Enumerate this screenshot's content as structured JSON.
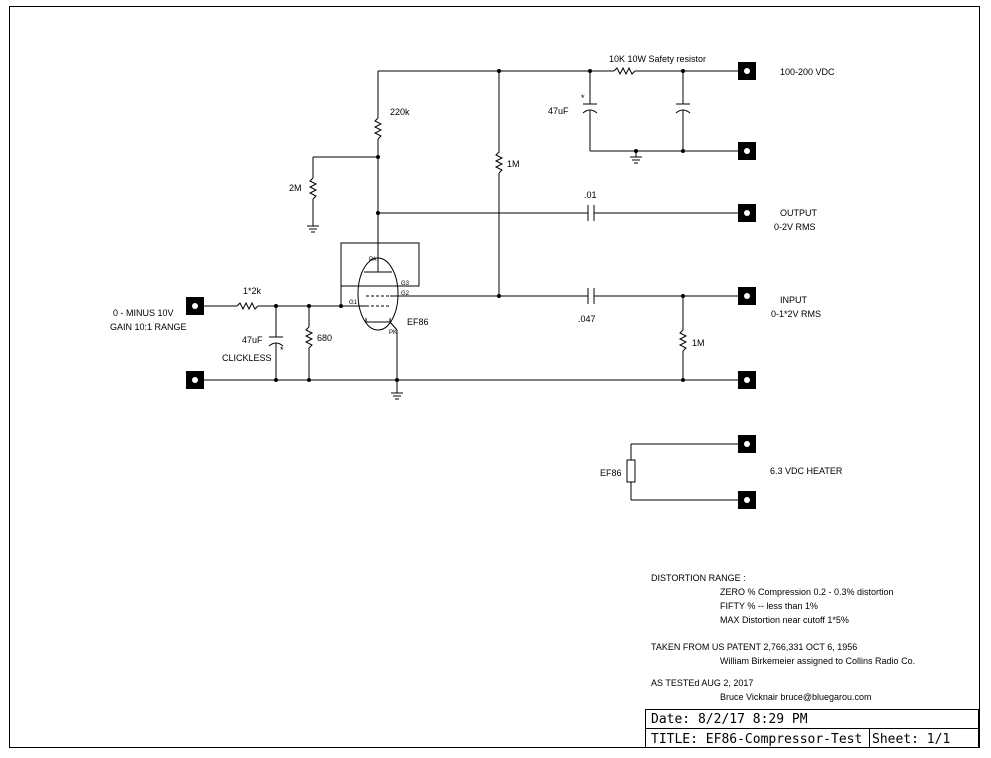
{
  "schematic": {
    "labels": {
      "r_safety": "10K 10W Safety resistor",
      "supply": "100-200 VDC",
      "c_47uf_top": "47uF",
      "r_220k": "220k",
      "r_1m_mid": "1M",
      "r_2m": "2M",
      "c_01": ".01",
      "output_title": "OUTPUT",
      "output_range": "0-2V RMS",
      "r_1x2k": "1*2k",
      "control_title": "0 - MINUS 10V",
      "control_range": "GAIN 10:1 RANGE",
      "c_47uf_bot": "47uF",
      "clickless": "CLICKLESS",
      "r_680": "680",
      "tube": "EF86",
      "pin_pa": "PA",
      "pin_g1": "G1",
      "pin_g2": "G2",
      "pin_g3": "G3",
      "pin_pk": "PK",
      "c_047": ".047",
      "input_title": "INPUT",
      "input_range": "0-1*2V RMS",
      "r_1m_in": "1M",
      "heater_tube": "EF86",
      "heater": "6.3 VDC HEATER",
      "star1": "*",
      "star2": "*"
    },
    "notes": {
      "dist_title": "DISTORTION RANGE :",
      "dist_1": "ZERO % Compression 0.2 - 0.3% distortion",
      "dist_2": "FIFTY % -- less than 1%",
      "dist_3": "MAX Distortion near cutoff 1*5%",
      "patent_1": "TAKEN FROM US PATENT 2,766,331  OCT 6, 1956",
      "patent_2": "William Birkemeier assigned to Collins Radio Co.",
      "tested_1": "AS TESTEd AUG 2, 2017",
      "tested_2": "Bruce Vicknair   bruce@bluegarou.com"
    },
    "title_block": {
      "date": "Date: 8/2/17 8:29 PM",
      "title": "TITLE:  EF86-Compressor-Test",
      "sheet": "Sheet: 1/1"
    }
  }
}
